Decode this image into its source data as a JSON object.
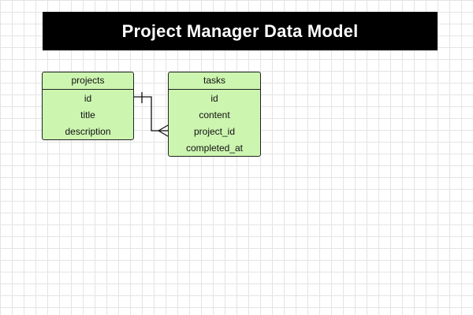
{
  "title": "Project Manager Data Model",
  "entities": {
    "projects": {
      "name": "projects",
      "fields": [
        "id",
        "title",
        "description"
      ]
    },
    "tasks": {
      "name": "tasks",
      "fields": [
        "id",
        "content",
        "project_id",
        "completed_at"
      ]
    }
  },
  "relationship": {
    "from": "projects.id",
    "to": "tasks.project_id",
    "from_cardinality": "one",
    "to_cardinality": "many"
  },
  "colors": {
    "title_background": "#000000",
    "title_text": "#ffffff",
    "entity_fill": "#ccf5b0",
    "entity_border": "#222222",
    "grid": "#e4e4e4"
  }
}
